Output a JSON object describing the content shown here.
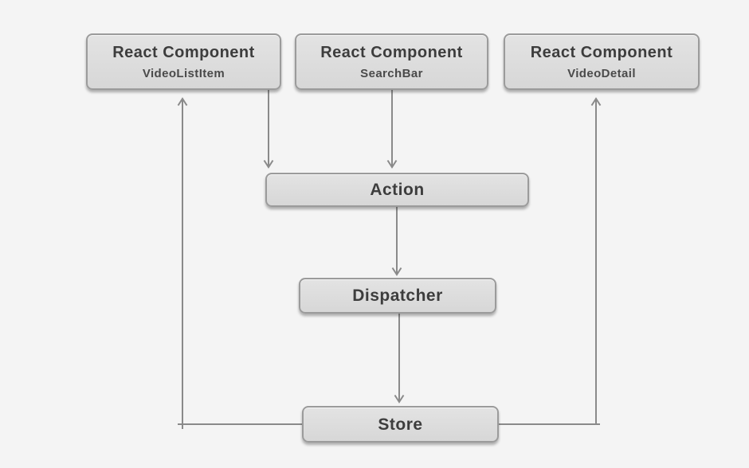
{
  "colors": {
    "background": "#f4f4f4",
    "node_fill_top": "#e3e3e3",
    "node_fill_bottom": "#d7d7d7",
    "node_border": "#9b9b9b",
    "node_text": "#3d3d3d",
    "subtitle_text": "#4a4a4a",
    "connector": "#8a8a8a"
  },
  "nodes": {
    "video_list_item": {
      "title": "React Component",
      "subtitle": "VideoListItem"
    },
    "search_bar": {
      "title": "React Component",
      "subtitle": "SearchBar"
    },
    "video_detail": {
      "title": "React Component",
      "subtitle": "VideoDetail"
    },
    "action": {
      "label": "Action"
    },
    "dispatcher": {
      "label": "Dispatcher"
    },
    "store": {
      "label": "Store"
    }
  },
  "edges": [
    {
      "from": "VideoListItem",
      "to": "Action",
      "direction": "down"
    },
    {
      "from": "SearchBar",
      "to": "Action",
      "direction": "down"
    },
    {
      "from": "Action",
      "to": "Dispatcher",
      "direction": "down"
    },
    {
      "from": "Dispatcher",
      "to": "Store",
      "direction": "down"
    },
    {
      "from": "Store",
      "to": "VideoListItem",
      "direction": "up"
    },
    {
      "from": "Store",
      "to": "VideoDetail",
      "direction": "up"
    }
  ]
}
